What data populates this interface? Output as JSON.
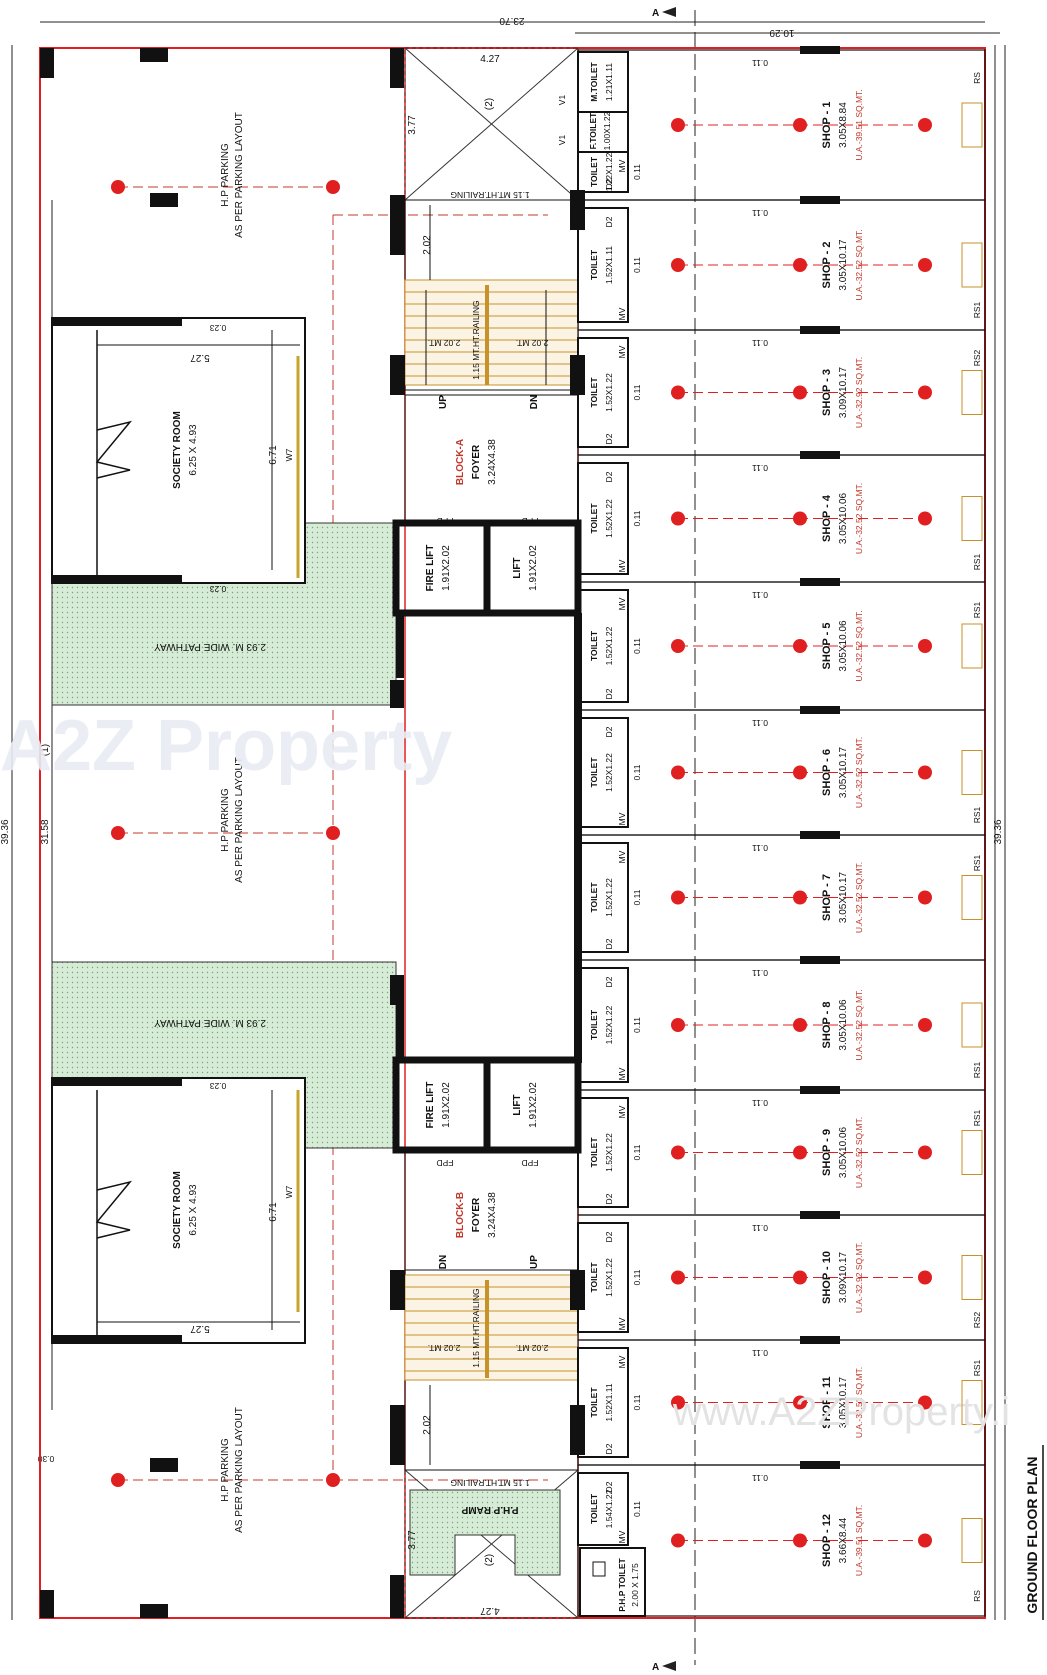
{
  "dimensions": {
    "top_total": "23.70",
    "top_right": "10.29",
    "left_total": "39.36",
    "left_inner": "31.58",
    "right_total": "39.36",
    "margin_mark": "(1)",
    "bottom_offset": "0.30",
    "ramp_w_top": "4.27",
    "ramp_h_top": "3.77",
    "ramp_w_bottom": "4.27",
    "ramp_h_bottom": "3.77",
    "ramp_mark": "(2)",
    "stair_gap": "2.02",
    "stair_flight": "2.02 MT.",
    "society_w": "5.27",
    "society_h": "6.71",
    "wall_thk": "0.23",
    "shop_wall": "0.11"
  },
  "section_marks": {
    "top": "A",
    "bottom": "A"
  },
  "parking": {
    "line1": "H.P PARKING",
    "line2": "AS PER PARKING LAYOUT"
  },
  "pathway": "2.93 M. WIDE PATHWAY",
  "society_room": {
    "name": "SOCIETY ROOM",
    "size": "6.25 X 4.93",
    "window": "W7"
  },
  "railing": "1.15 MT.HT.RAILING",
  "stair": {
    "up": "UP",
    "dn": "DN"
  },
  "blocks": [
    {
      "name": "BLOCK-A",
      "foyer": "FOYER",
      "size": "3.24X4.38"
    },
    {
      "name": "BLOCK-B",
      "foyer": "FOYER",
      "size": "3.24X4.38"
    }
  ],
  "lifts": {
    "fire": "FIRE LIFT",
    "lift": "LIFT",
    "size": "1.91X2.02",
    "fpd": "FPD"
  },
  "toilets": {
    "label": "TOILET",
    "mtoilet": "M.TOILET",
    "mtoilet_size": "1.21X1.11",
    "ftoilet": "F.TOILET",
    "ftoilet_size": "1.00X1.22",
    "door": "D2",
    "vent": "MV",
    "vent_v": "V1",
    "sizes": [
      "1.22X1.22",
      "1.52X1.11",
      "1.52X1.22",
      "1.52X1.22",
      "1.52X1.22",
      "1.52X1.22",
      "1.52X1.22",
      "1.52X1.22",
      "1.52X1.22",
      "1.52X1.22",
      "1.52X1.11",
      "1.54X1.22"
    ]
  },
  "ph_toilet": {
    "name": "P.H.P TOILET",
    "size": "2.00 X 1.75"
  },
  "php_ramp": "P.H.P RAMP",
  "shops": [
    {
      "name": "SHOP - 1",
      "size": "3.05X8.84",
      "area": "U.A.-39.51 SQ.MT.",
      "rs": "RS"
    },
    {
      "name": "SHOP - 2",
      "size": "3.05X10.17",
      "area": "U.A.-32.52 SQ.MT.",
      "rs": "RS1"
    },
    {
      "name": "SHOP - 3",
      "size": "3.09X10.17",
      "area": "U.A.-32.92 SQ.MT.",
      "rs": "RS2"
    },
    {
      "name": "SHOP - 4",
      "size": "3.05X10.06",
      "area": "U.A.-32.52 SQ.MT.",
      "rs": "RS1"
    },
    {
      "name": "SHOP - 5",
      "size": "3.05X10.06",
      "area": "U.A.-32.52 SQ.MT.",
      "rs": "RS1"
    },
    {
      "name": "SHOP - 6",
      "size": "3.05X10.17",
      "area": "U.A.-32.52 SQ.MT.",
      "rs": "RS1"
    },
    {
      "name": "SHOP - 7",
      "size": "3.05X10.17",
      "area": "U.A.-32.52 SQ.MT.",
      "rs": "RS1"
    },
    {
      "name": "SHOP - 8",
      "size": "3.05X10.06",
      "area": "U.A.-32.52 SQ.MT.",
      "rs": "RS1"
    },
    {
      "name": "SHOP - 9",
      "size": "3.05X10.06",
      "area": "U.A.-32.52 SQ.MT.",
      "rs": "RS1"
    },
    {
      "name": "SHOP - 10",
      "size": "3.09X10.17",
      "area": "U.A.-32.92 SQ.MT.",
      "rs": "RS2"
    },
    {
      "name": "SHOP - 11",
      "size": "3.05X10.17",
      "area": "U.A.-32.52 SQ.MT.",
      "rs": "RS1"
    },
    {
      "name": "SHOP - 12",
      "size": "3.66X8.44",
      "area": "U.A.-39.51 SQ.MT.",
      "rs": "RS"
    }
  ],
  "watermark": {
    "logo": "A2Z Property",
    "url": "www.A2ZProperty.i"
  },
  "drawing_title": "GROUND FLOOR PLAN",
  "colors": {
    "outline": "#e02020",
    "column": "#111111",
    "pathway": "#d7ecd7",
    "railing": "#c8922a",
    "accent": "#c0392b"
  }
}
